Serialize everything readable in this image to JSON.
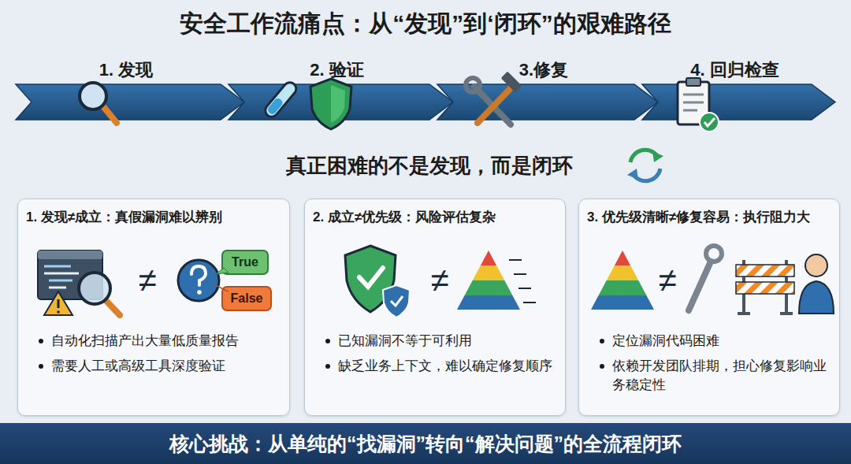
{
  "diagram": {
    "title": "安全工作流痛点：从“发现”到‘闭环”的艰难路径",
    "nodes": [
      {
        "text": [
          "1. 发现"
        ]
      },
      {
        "text": [
          "2. 验证"
        ]
      },
      {
        "text": [
          "3.修复"
        ]
      },
      {
        "text": [
          "4. 回归检查"
        ]
      },
      {
        "text": [
          "1. 发现≠成立：真假漏洞难以辨别",
          "自动化扫描产出大量低质量报告",
          "需要人工或高级工具深度验证"
        ]
      },
      {
        "text": [
          "2. 成立≠优先级：风险评估复杂",
          "已知漏洞不等于可利用",
          "缺乏业务上下文，难以确定修复顺序"
        ]
      },
      {
        "text": [
          "3. 优先级清晰≠修复容易：执行阻力大",
          "定位漏洞代码困难",
          "依赖开发团队排期，担心修复影响业务稳定性"
        ]
      },
      {
        "text": [
          "核心挑战：从单纯的“找漏洞”转向“解决问题”的全流程闭环"
        ]
      }
    ],
    "labels": [
      "真正困难的不是发现，而是闭环",
      "≠",
      "True",
      "False",
      "≠",
      "≠"
    ]
  }
}
